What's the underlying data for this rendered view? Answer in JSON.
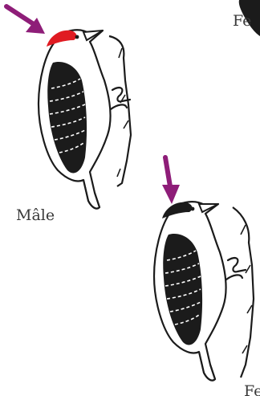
{
  "labels": {
    "top_right": "Fe",
    "male": "Mâle",
    "bottom_right": "Fe"
  },
  "colors": {
    "arrow": "#8e1d78",
    "male_cap": "#e01b22",
    "body": "#1b1b1b",
    "stripe": "#ffffff",
    "label_text": "#3a3a3a"
  }
}
